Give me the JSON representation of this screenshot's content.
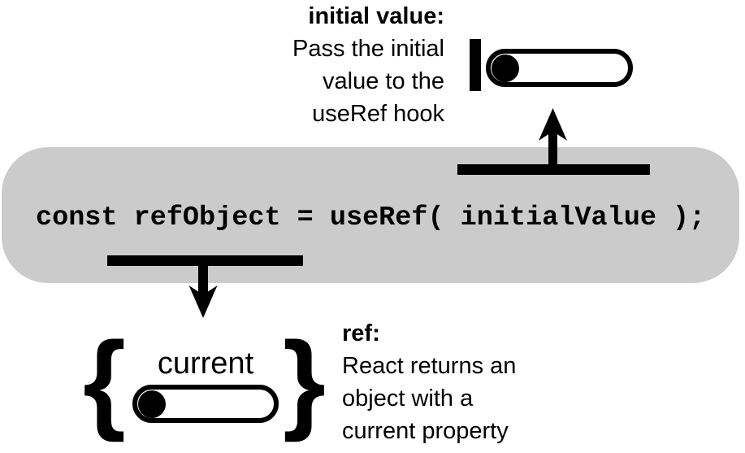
{
  "diagram": {
    "code": "const refObject = useRef( initialValue );",
    "top_annotation": {
      "title": "initial value:",
      "lines": [
        "Pass the initial",
        "value to the",
        "useRef hook"
      ]
    },
    "bottom_annotation": {
      "title": "ref:",
      "lines": [
        "React returns an",
        "object with a",
        "current property"
      ]
    },
    "ref_object": {
      "property_label": "current",
      "brace_left": "{",
      "brace_right": "}"
    },
    "icons": {
      "initial_value_marker": "vertical-insertion-bar",
      "initial_value_marble": "filled-circle",
      "ref_container_top": "rounded-pill-outline",
      "ref_container_bottom": "rounded-pill-outline",
      "up_arrow": "arrow-up-from-bar",
      "down_arrow": "arrow-down-from-bar"
    },
    "colors": {
      "background": "#ffffff",
      "code_box": "#cbcbcb",
      "ink": "#000000"
    }
  }
}
